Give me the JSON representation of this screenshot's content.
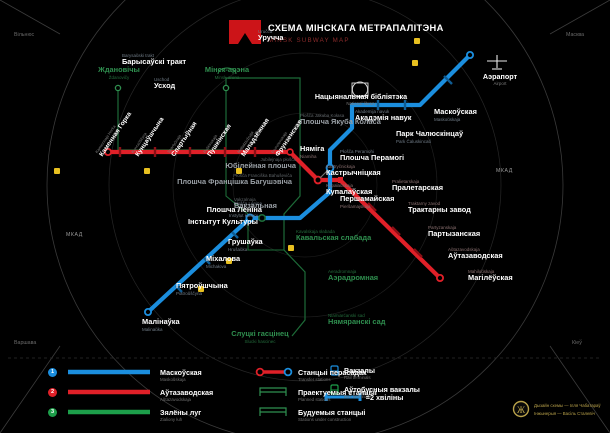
{
  "header": {
    "title_be": "СХЕМА МІНСКАГА МЕТРАПАЛІТЭНА",
    "title_en": "MINSK SUBWAY MAP",
    "logo": "minsk-metro-m-logo"
  },
  "compass": {
    "vilnius": "Вільнюс",
    "moscow": "Масква",
    "warsaw": "Варшава",
    "kiev": "Кіеў",
    "mkad_left": "МКАД",
    "mkad_right": "МКАД"
  },
  "lines": [
    {
      "num": "1",
      "name_be": "Маскоўская",
      "name_tr": "Maskoŭskaja",
      "color": "#1b8ede"
    },
    {
      "num": "2",
      "name_be": "Аўтазаводская",
      "name_tr": "Aŭtazavodskaja",
      "color": "#e02028"
    },
    {
      "num": "3",
      "name_be": "Зялёны луг",
      "name_tr": "Zialiony łuh",
      "color": "#1d9e4a"
    }
  ],
  "legend": {
    "transfer": {
      "be": "Станцыі перасадак",
      "en": "Transfer stations"
    },
    "planned": {
      "be": "Праектуемыя станцыі",
      "en": "Planned stations"
    },
    "construction": {
      "be": "Будуемыя станцыі",
      "en": "Stations under construction"
    },
    "rail": {
      "be": "Вакзалы",
      "en": "Rail terminals"
    },
    "bus": {
      "be": "Аўтобусныя вакзалы",
      "en": "Bus terminals"
    },
    "interval": {
      "be": "≈2 хвіліны",
      "en": ""
    }
  },
  "credits": {
    "line1": "Дызайн схемы — Ілля Чабатараў",
    "line2": "Інжынерыя — Васіль Сталевіч"
  },
  "stations": {
    "blue": [
      {
        "be": "Уручча",
        "tr": "Uručča"
      },
      {
        "be": "Барысаўскі тракт",
        "tr": "Barysaŭski trakt"
      },
      {
        "be": "Усход",
        "tr": "Uschod"
      },
      {
        "be": "Маскоўская",
        "tr": "Maskoŭskaja"
      },
      {
        "be": "Парк Чалюскінцаў",
        "tr": "Park Čaluskincaŭ"
      },
      {
        "be": "Акадэмія навук",
        "tr": "Akademija navuk"
      },
      {
        "be": "Плошча Перамогі",
        "tr": "Płošča Peramohi"
      },
      {
        "be": "Плошча Леніна",
        "tr": "Płošča Lenina"
      },
      {
        "be": "Інстытут Культуры",
        "tr": "Instytut kultury"
      },
      {
        "be": "Грушаўка",
        "tr": "Hrušaŭka"
      },
      {
        "be": "Міхалова",
        "tr": "Michałova"
      },
      {
        "be": "Пятроўшчына",
        "tr": "Piatroŭščyna"
      },
      {
        "be": "Малінаўка",
        "tr": "Malinaŭka"
      }
    ],
    "red": [
      {
        "be": "Каменная Горка",
        "tr": "Kamiennaja Horka"
      },
      {
        "be": "Кунцаўшчына",
        "tr": "Kuncaŭščyna"
      },
      {
        "be": "Спартыўная",
        "tr": "Spartyŭnaja"
      },
      {
        "be": "Пушкінская",
        "tr": "Puškinskaja"
      },
      {
        "be": "Маладзёжная",
        "tr": "Maładziožnaja"
      },
      {
        "be": "Фрунзенская",
        "tr": "Frunzienskaja"
      },
      {
        "be": "Няміга",
        "tr": "Niamiha"
      },
      {
        "be": "Кастрычніцкая",
        "tr": "Kastryčnickaja"
      },
      {
        "be": "Першамайская",
        "tr": "Pieršamajskaja"
      },
      {
        "be": "Пралетарская",
        "tr": "Pralietarskaja"
      },
      {
        "be": "Трактарны завод",
        "tr": "Traktarny zavod"
      },
      {
        "be": "Партызанская",
        "tr": "Partyzanskaja"
      },
      {
        "be": "Аўтазаводская",
        "tr": "Aŭtazavodskaja"
      },
      {
        "be": "Магілёўская",
        "tr": "Mahiloŭskaja"
      }
    ],
    "green": [
      {
        "be": "Ждановічы",
        "tr": "Ždanovičy"
      },
      {
        "be": "Мінск-арэна",
        "tr": "Minsk-arena"
      },
      {
        "be": "Плошча Якуба Коласа",
        "tr": "Płošča Jakuba Kołasa"
      },
      {
        "be": "Плошча Францішка Багушэвіча",
        "tr": "Płošča Franciška Bahuševiča"
      },
      {
        "be": "Юбілейная плошча",
        "tr": "Jubilejnaja płošča"
      },
      {
        "be": "Вакзальная",
        "tr": "Vakzalnaja"
      },
      {
        "be": "Кавальская слабада",
        "tr": "Kavalskaja słabada"
      },
      {
        "be": "Аэрадромная",
        "tr": "Aeradromnaja"
      },
      {
        "be": "Нямяранскі сад",
        "tr": "Niamiarćanski sad"
      },
      {
        "be": "Слуцкі гасцінец",
        "tr": "Slucki hascinec"
      }
    ],
    "transfers": [
      {
        "be": "Купалаўская",
        "tr": "Kupałaŭskaja"
      },
      {
        "be": "Вакзальная",
        "tr": "Vakzalnaja"
      }
    ]
  },
  "poi": [
    {
      "be": "Аэрапорт",
      "tr": "Airport",
      "icon": "plane-icon"
    },
    {
      "be": "Нацыянальная бібліятэка",
      "tr": "National library",
      "icon": "library-icon"
    }
  ]
}
